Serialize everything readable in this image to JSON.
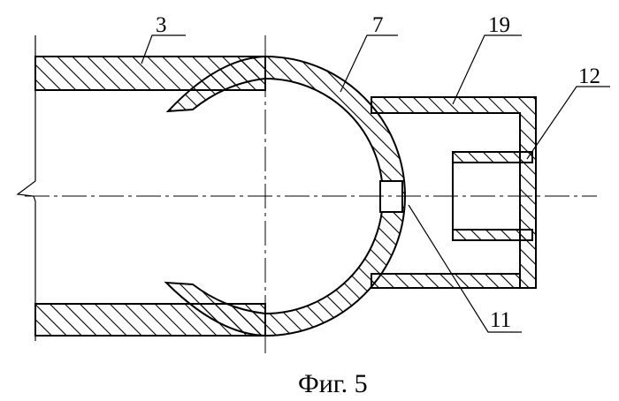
{
  "figure": {
    "caption": "Фиг. 5",
    "labels": {
      "pipe": "3",
      "sphere": "7",
      "hole": "11",
      "cap_body": "19",
      "nozzle": "12"
    }
  },
  "style": {
    "ink": "#000000",
    "background": "#ffffff"
  }
}
